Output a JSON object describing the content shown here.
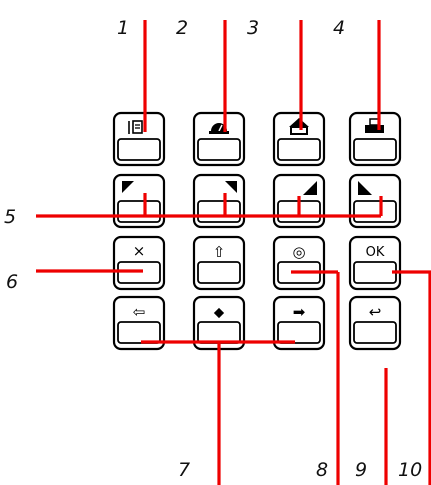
{
  "callouts": {
    "c1": "1",
    "c2": "2",
    "c3": "3",
    "c4": "4",
    "c5": "5",
    "c6": "6",
    "c7": "7",
    "c8": "8",
    "c9": "9",
    "c10": "10"
  },
  "keys": {
    "cancel_symbol": "×",
    "up_arrow": "⇧",
    "left_arrow": "⇦",
    "diamond": "⬥",
    "right_arrow": "➡",
    "reset_symbol": "◎",
    "ok_label": "OK",
    "back_arrow": "↩"
  },
  "colors": {
    "leader": "#ee0000",
    "key_outline": "#000000",
    "background": "#ffffff"
  }
}
